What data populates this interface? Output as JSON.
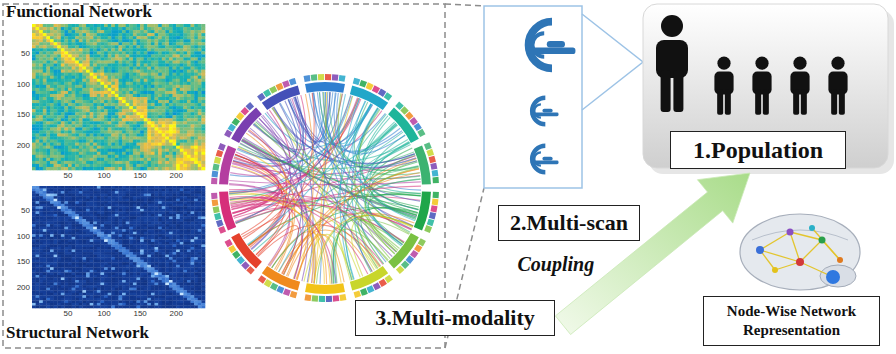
{
  "diagram": {
    "nodes": [
      {
        "text": [
          "1.Population"
        ]
      },
      {
        "text": [
          "2.Multi-scan"
        ]
      },
      {
        "text": [
          "3.Multi-modality"
        ]
      },
      {
        "text": [
          "Node-Wise Network Representation"
        ]
      }
    ],
    "edges": [
      {
        "from": 2,
        "to": 0,
        "arrow": "to",
        "label": "Coupling"
      }
    ],
    "labels": [
      "Functional Network",
      "50",
      "100",
      "150",
      "200",
      "50",
      "100",
      "150",
      "200",
      "50",
      "100",
      "150",
      "200",
      "50",
      "100",
      "150",
      "200",
      "Structural Network"
    ]
  }
}
